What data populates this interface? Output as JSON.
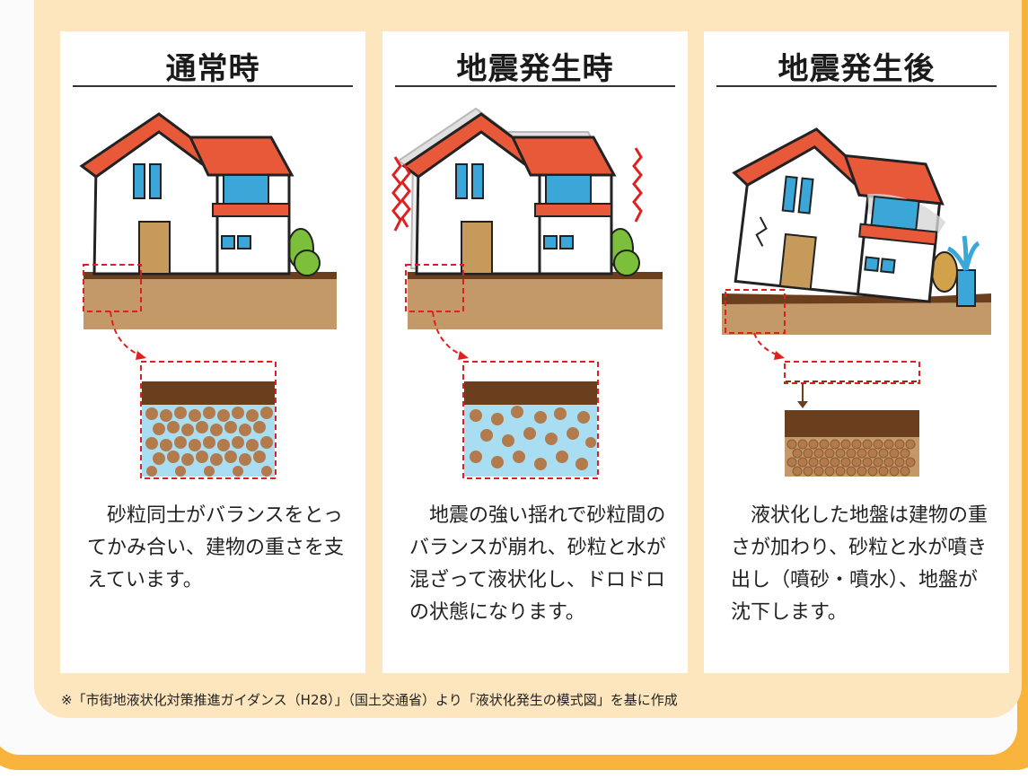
{
  "columns": [
    {
      "id": "normal",
      "title": "通常時",
      "description": "砂粒同士がバランスをとってかみ合い、建物の重さを支えています。"
    },
    {
      "id": "during",
      "title": "地震発生時",
      "description": "地震の強い揺れで砂粒間のバランスが崩れ、砂粒と水が混ざって液状化し、ドロドロの状態になります。"
    },
    {
      "id": "after",
      "title": "地震発生後",
      "description": "液状化した地盤は建物の重さが加わり、砂粒と水が噴き出し（噴砂・噴水）、地盤が沈下します。"
    }
  ],
  "source_note": "※「市街地液状化対策推進ガイダンス（H28）」（国土交通省）より「液状化発生の模式図」を基に作成",
  "colors": {
    "frame": "#f7b33c",
    "panel": "#fde6bd",
    "roof": "#e8593a",
    "ground_top": "#6b3f1e",
    "soil": "#c4996a",
    "water": "#a9def2",
    "sand": "#b37a4c",
    "dashed": "#e02020",
    "bush": "#7bbf3a"
  },
  "icons": [
    "house-icon",
    "shaking-house-icon",
    "tilted-house-icon",
    "water-spout-icon",
    "bush-icon",
    "down-arrow-icon"
  ]
}
